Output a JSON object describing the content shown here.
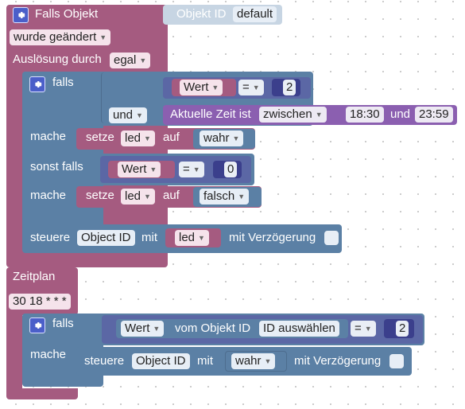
{
  "colors": {
    "event": "#a55b80",
    "event_dark": "#8d4a6d",
    "logic": "#5b80a5",
    "logic_dark": "#4d6d8e",
    "compare": "#5b67a5",
    "variable": "#a55b80",
    "time": "#8b5fb0",
    "ghost": "#c7d5e3"
  },
  "trigger": {
    "title": "Falls Objekt",
    "object_id_label": "Objekt ID",
    "object_id_value": "default",
    "changed_dropdown": "wurde geändert",
    "trigger_by_label": "Auslösung durch",
    "trigger_by_value": "egal"
  },
  "if_block_1": {
    "if_label": "falls",
    "compare1": {
      "left": "Wert",
      "op": "=",
      "right": "2"
    },
    "and_label": "und",
    "time_block": {
      "label": "Aktuelle Zeit ist",
      "mode": "zwischen",
      "start": "18:30",
      "and": "und",
      "end": "23:59"
    },
    "do_label": "mache",
    "set1": {
      "label": "setze",
      "var": "led",
      "on": "auf",
      "value": "wahr"
    },
    "else_if_label": "sonst falls",
    "compare2": {
      "left": "Wert",
      "op": "=",
      "right": "0"
    },
    "do2_label": "mache",
    "set2": {
      "label": "setze",
      "var": "led",
      "on": "auf",
      "value": "falsch"
    }
  },
  "control_1": {
    "label": "steuere",
    "object": "Object ID",
    "with": "mit",
    "value": "led",
    "delay": "mit Verzögerung"
  },
  "schedule": {
    "title": "Zeitplan",
    "cron": "30 18 * * *"
  },
  "if_block_2": {
    "if_label": "falls",
    "get_value": {
      "label": "Wert",
      "from": "vom Objekt ID",
      "select": "ID auswählen"
    },
    "op": "=",
    "right": "2",
    "do_label": "mache",
    "control": {
      "label": "steuere",
      "object": "Object ID",
      "with": "mit",
      "value": "wahr",
      "delay": "mit Verzögerung"
    }
  },
  "icons": {
    "settings": "gear-icon",
    "dropdown": "triangle-down-icon"
  }
}
